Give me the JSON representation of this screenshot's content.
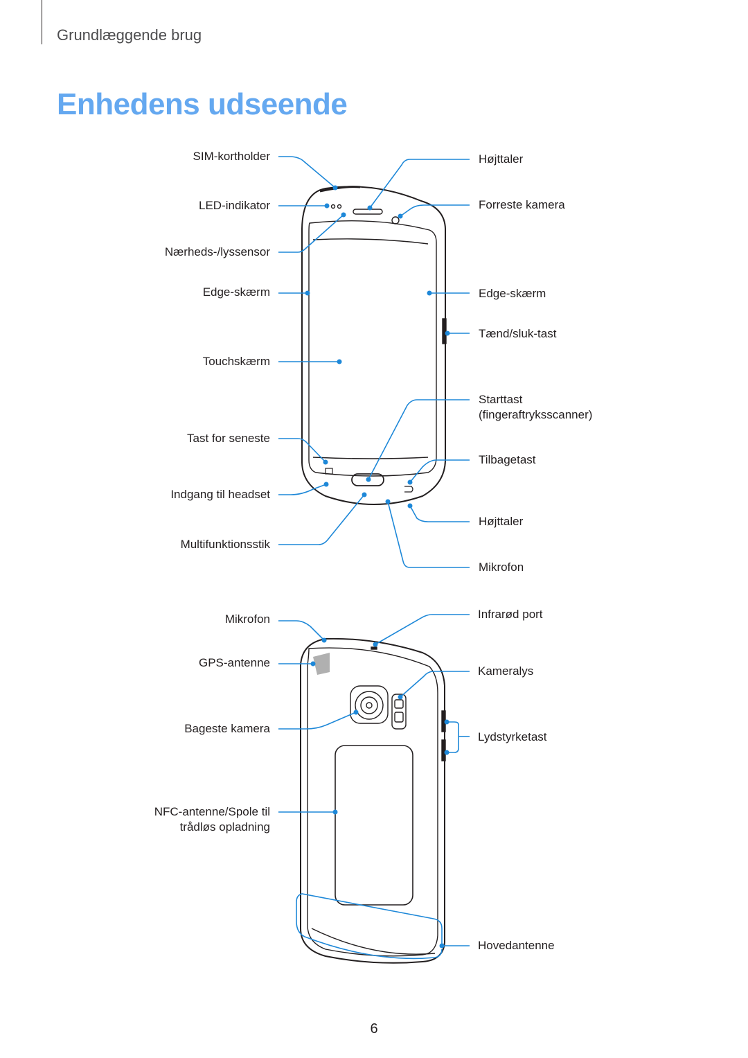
{
  "header": {
    "chapter": "Grundlæggende brug"
  },
  "page": {
    "title": "Enhedens udseende",
    "number": "6"
  },
  "accent_color": "#64a8f0",
  "callout_color": "#1e88d8",
  "front_labels": {
    "sim_holder": "SIM-kortholder",
    "led": "LED-indikator",
    "proximity": "Nærheds-/lyssensor",
    "edge_left": "Edge-skærm",
    "touchscreen": "Touchskærm",
    "recent": "Tast for seneste",
    "headset": "Indgang til headset",
    "multipurpose": "Multifunktionsstik",
    "speaker_top": "Højttaler",
    "front_camera": "Forreste kamera",
    "edge_right": "Edge-skærm",
    "power": "Tænd/sluk-tast",
    "home_line1": "Starttast",
    "home_line2": "(fingeraftryksscanner)",
    "back": "Tilbagetast",
    "speaker_bottom": "Højttaler",
    "mic_bottom": "Mikrofon"
  },
  "back_labels": {
    "mic_top": "Mikrofon",
    "gps": "GPS-antenne",
    "rear_camera": "Bageste kamera",
    "nfc_line1": "NFC-antenne/Spole til",
    "nfc_line2": "trådløs opladning",
    "infrared": "Infrarød port",
    "flash": "Kameralys",
    "volume": "Lydstyrketast",
    "main_antenna": "Hovedantenne"
  }
}
